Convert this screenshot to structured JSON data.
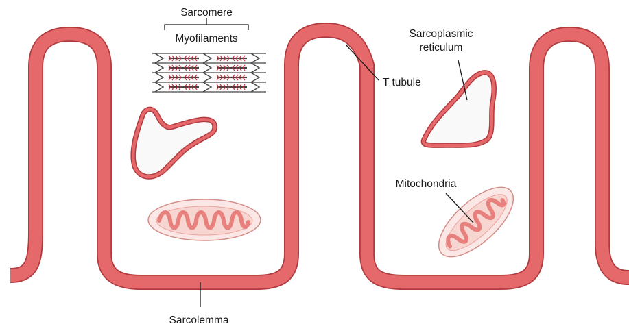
{
  "labels": {
    "sarcomere": "Sarcomere",
    "myofilaments": "Myofilaments",
    "t_tubule": "T tubule",
    "sarcoplasmic_reticulum_line1": "Sarcoplasmic",
    "sarcoplasmic_reticulum_line2": "reticulum",
    "mitochondria": "Mitochondria",
    "sarcolemma": "Sarcolemma"
  },
  "colors": {
    "membrane_fill": "#e5686a",
    "membrane_edge": "#b03a3e",
    "organelle_inner": "#f7d6d2",
    "mito_outer": "#fbe8e6",
    "mito_cristae": "#eea19d",
    "filament": "#444444",
    "cross_bridge": "#c0283a"
  }
}
